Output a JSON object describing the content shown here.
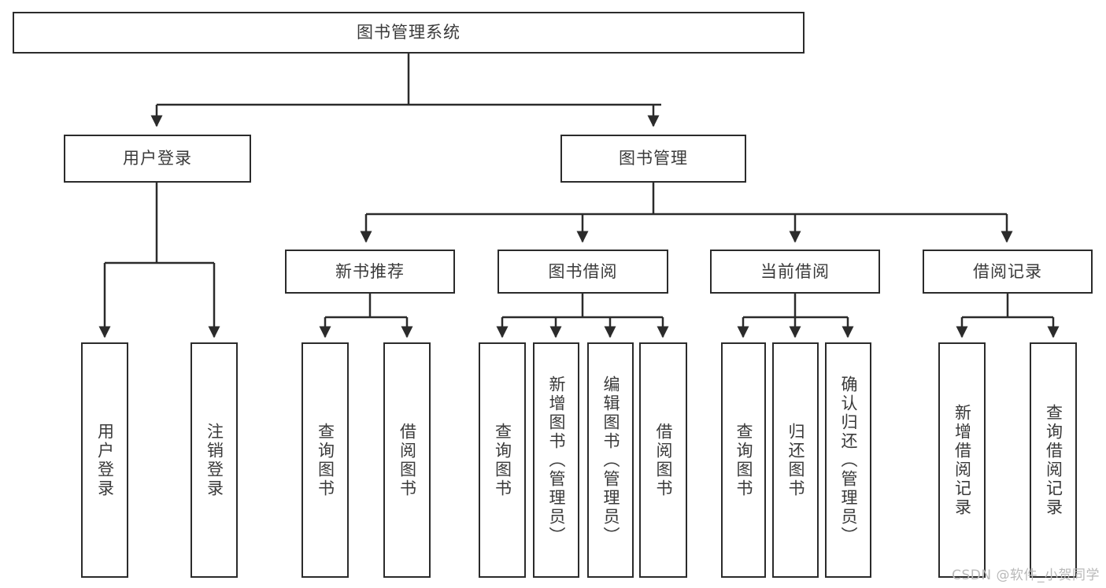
{
  "diagram": {
    "type": "tree",
    "title": "图书管理系统",
    "watermark": "CSDN @软件_小贺同学",
    "colors": {
      "border": "#2b2b2b",
      "text": "#3a3a3a",
      "background": "#ffffff",
      "watermark": "#b9b9b9"
    },
    "nodes": {
      "root": {
        "label": "图书管理系统"
      },
      "level2": [
        {
          "label": "用户登录"
        },
        {
          "label": "图书管理"
        }
      ],
      "level3": [
        {
          "label": "新书推荐"
        },
        {
          "label": "图书借阅"
        },
        {
          "label": "当前借阅"
        },
        {
          "label": "借阅记录"
        }
      ],
      "leaves_user_login": [
        {
          "label": "用户登录"
        },
        {
          "label": "注销登录"
        }
      ],
      "leaves_new_book": [
        {
          "label": "查询图书"
        },
        {
          "label": "借阅图书"
        }
      ],
      "leaves_borrow": [
        {
          "label": "查询图书"
        },
        {
          "label": "新增图书（管理员）"
        },
        {
          "label": "编辑图书（管理员）"
        },
        {
          "label": "借阅图书"
        }
      ],
      "leaves_current": [
        {
          "label": "查询图书"
        },
        {
          "label": "归还图书"
        },
        {
          "label": "确认归还（管理员）"
        }
      ],
      "leaves_records": [
        {
          "label": "新增借阅记录"
        },
        {
          "label": "查询借阅记录"
        }
      ]
    }
  }
}
